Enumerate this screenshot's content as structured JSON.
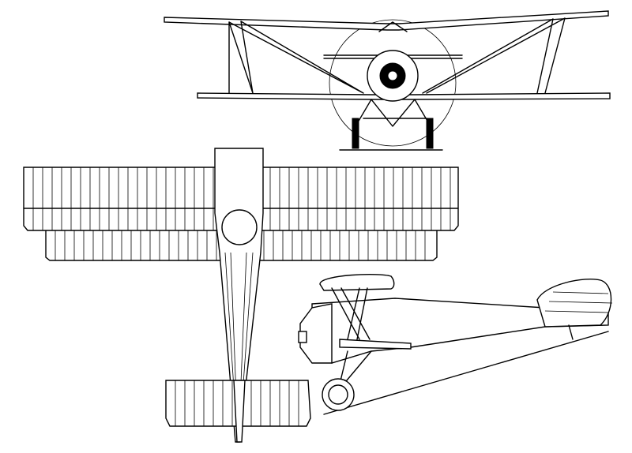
{
  "drawing": {
    "views": [
      "front",
      "top",
      "side"
    ],
    "line_color": "#000000",
    "background": "#ffffff"
  }
}
